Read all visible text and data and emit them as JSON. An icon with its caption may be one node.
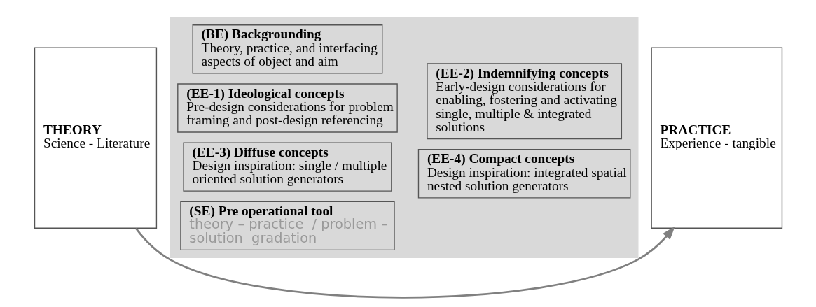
{
  "diagram": {
    "nodes": [
      {
        "text": [
          "THEORY",
          "Science - Literature"
        ]
      },
      {
        "text": [],
        "shape": "box"
      },
      {
        "text": [
          "(BE) Backgrounding",
          "Theory, practice, and interfacing aspects of object and aim"
        ],
        "in": 1
      },
      {
        "text": [
          "(EE-1) Ideological concepts",
          "Pre-design considerations for problem framing and post-design referencing"
        ],
        "in": 1
      },
      {
        "text": [
          "(EE-2) Indemnifying concepts",
          "Early-design considerations for enabling, fostering and activating single, multiple & integrated solutions"
        ],
        "in": 1
      },
      {
        "text": [
          "(EE-3) Diffuse concepts",
          "Design inspiration: single / multiple oriented solution generators"
        ],
        "in": 1
      },
      {
        "text": [
          "(EE-4) Compact concepts",
          "Design inspiration: integrated spatial nested solution generators"
        ],
        "in": 1
      },
      {
        "text": [
          "(SE) Pre operational tool",
          "theory – practice  / problem – solution  gradation"
        ],
        "in": 1
      },
      {
        "text": [
          "PRACTICE",
          "Experience - tangible"
        ]
      }
    ],
    "edges": [
      {
        "from": 0,
        "to": 8,
        "arrow": "to"
      }
    ]
  }
}
